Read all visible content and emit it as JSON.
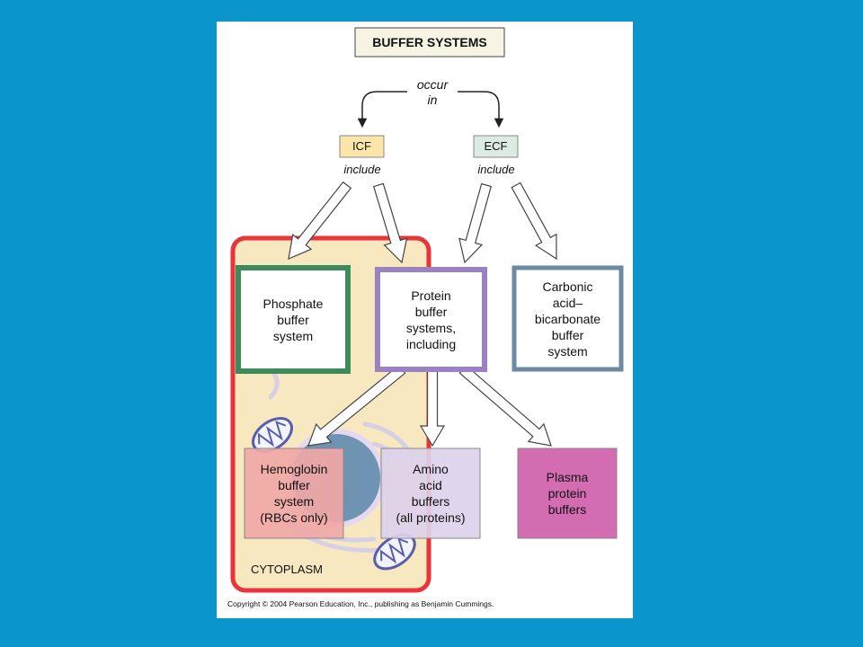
{
  "title": "BUFFER SYSTEMS",
  "occur_in": "occur\nin",
  "icf": {
    "label": "ICF",
    "include": "include"
  },
  "ecf": {
    "label": "ECF",
    "include": "include"
  },
  "boxes": {
    "phosphate": "Phosphate\nbuffer\nsystem",
    "protein": "Protein\nbuffer\nsystems,\nincluding",
    "carbonic": "Carbonic\nacid–\nbicarbonate\nbuffer\nsystem",
    "hemoglobin": "Hemoglobin\nbuffer\nsystem\n(RBCs only)",
    "amino": "Amino\nacid\nbuffers\n(all proteins)",
    "plasma": "Plasma\nprotein\nbuffers"
  },
  "cytoplasm": "CYTOPLASM",
  "copyright": "Copyright © 2004 Pearson Education, Inc., publishing as Benjamin Cummings.",
  "colors": {
    "background": "#0a96cc",
    "icf_fill": "#fbe5a8",
    "ecf_fill": "#dcebdf",
    "cell_border": "#e8343b",
    "cytoplasm_fill": "#f7e8c0",
    "phosphate_border": "#3f8a5a",
    "protein_border": "#9a82c0",
    "carbonic_border": "#6c8aa4",
    "hemoglobin_fill": "#f0a7a6",
    "amino_fill": "#dcd1ea",
    "plasma_fill": "#d36cb1"
  }
}
